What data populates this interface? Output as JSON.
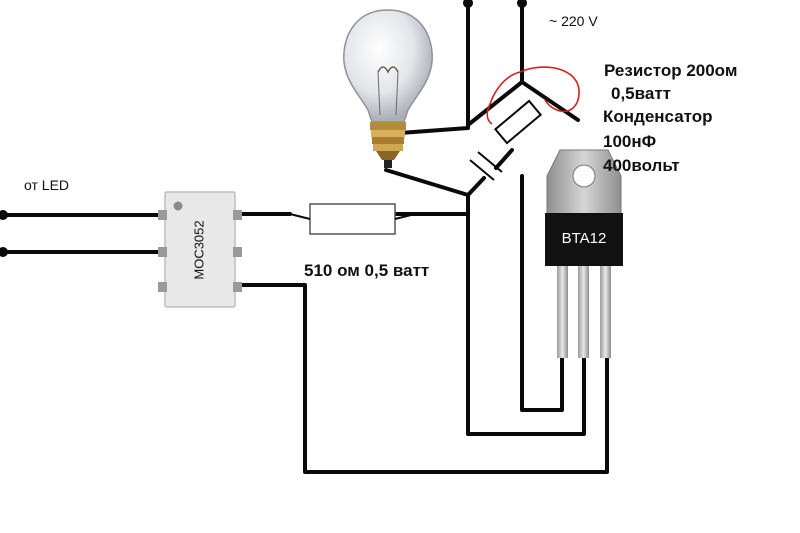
{
  "labels": {
    "supply": "~ 220 V",
    "led_input": "от LED",
    "optocoupler": "MOC3052",
    "gate_resistor": "510 ом 0,5 ватт",
    "snubber_resistor_line1": "Резистор 200ом",
    "snubber_resistor_line2": "0,5ватт",
    "capacitor_line1": "Конденсатор",
    "capacitor_line2": "100нФ",
    "capacitor_line3": "400вольт",
    "triac": "BTA12"
  },
  "colors": {
    "wire": "#0a0a0a",
    "red_annotation": "#d42020",
    "optocoupler_body": "#e8e8e8",
    "triac_body": "#111111",
    "triac_tab": "#b0b0b0",
    "bulb_glass": "#e4e6ea"
  },
  "icons": {
    "lamp": "light-bulb-icon"
  }
}
